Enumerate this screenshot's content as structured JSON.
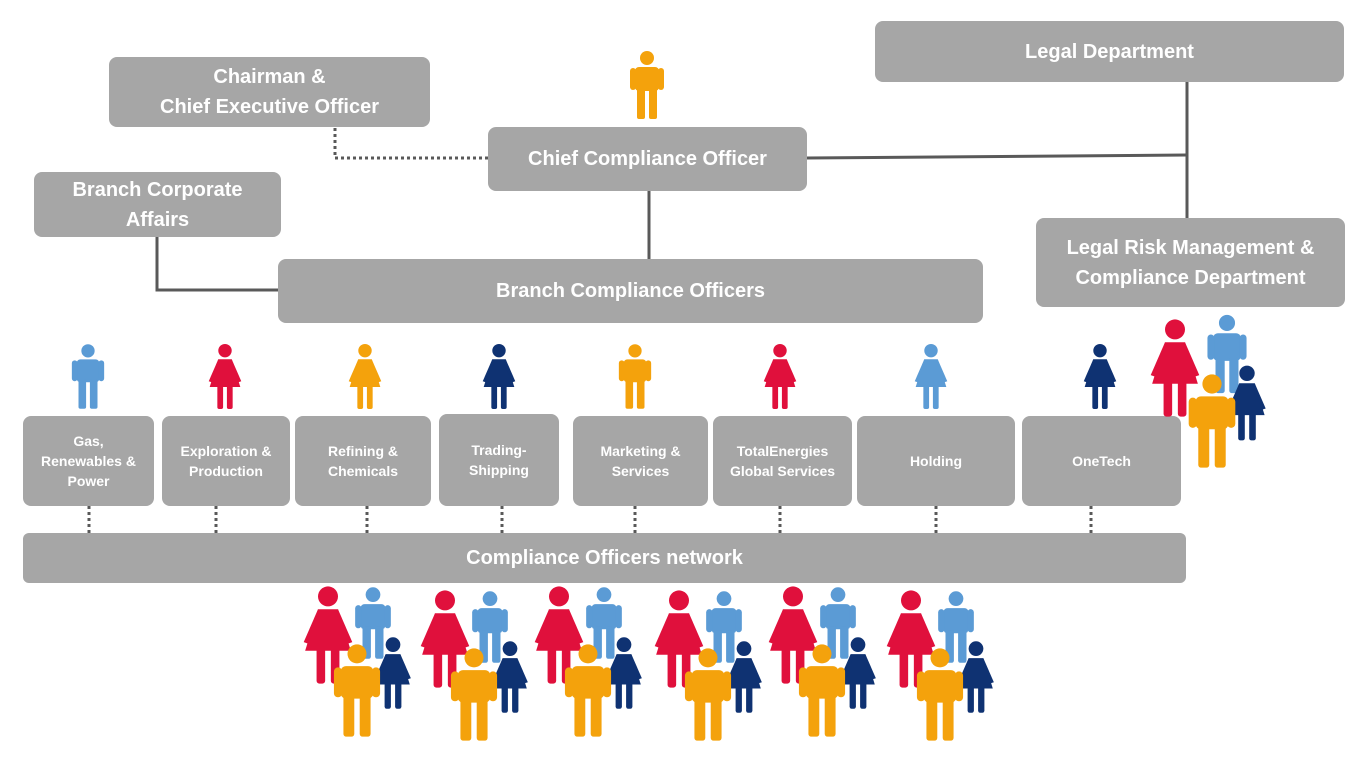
{
  "colors": {
    "box": "#a6a6a6",
    "line": "#595959",
    "blue": "#5b9bd5",
    "red": "#e0103c",
    "orange": "#f4a20c",
    "navy": "#0f3272"
  },
  "boxes": {
    "legal_department": "Legal Department",
    "chairman_line1": "Chairman &",
    "chairman_line2": "Chief Executive Officer",
    "chief_compliance_officer": "Chief Compliance Officer",
    "branch_corporate_affairs_line1": "Branch Corporate",
    "branch_corporate_affairs_line2": "Affairs",
    "branch_compliance_officers": "Branch Compliance Officers",
    "legal_risk_line1": "Legal Risk Management &",
    "legal_risk_line2": "Compliance Department",
    "compliance_network": "Compliance Officers network"
  },
  "branches": [
    {
      "lines": [
        "Gas,",
        "Renewables &",
        "Power"
      ],
      "icon": "male",
      "color": "blue"
    },
    {
      "lines": [
        "Exploration &",
        "Production"
      ],
      "icon": "female",
      "color": "red"
    },
    {
      "lines": [
        "Refining &",
        "Chemicals"
      ],
      "icon": "female",
      "color": "orange"
    },
    {
      "lines": [
        "Trading-",
        "Shipping"
      ],
      "icon": "female",
      "color": "navy"
    },
    {
      "lines": [
        "Marketing &",
        "Services"
      ],
      "icon": "male",
      "color": "orange"
    },
    {
      "lines": [
        "TotalEnergies",
        "Global Services"
      ],
      "icon": "female",
      "color": "red"
    },
    {
      "lines": [
        "Holding"
      ],
      "icon": "female",
      "color": "blue"
    },
    {
      "lines": [
        "OneTech"
      ],
      "icon": "female",
      "color": "navy"
    }
  ]
}
